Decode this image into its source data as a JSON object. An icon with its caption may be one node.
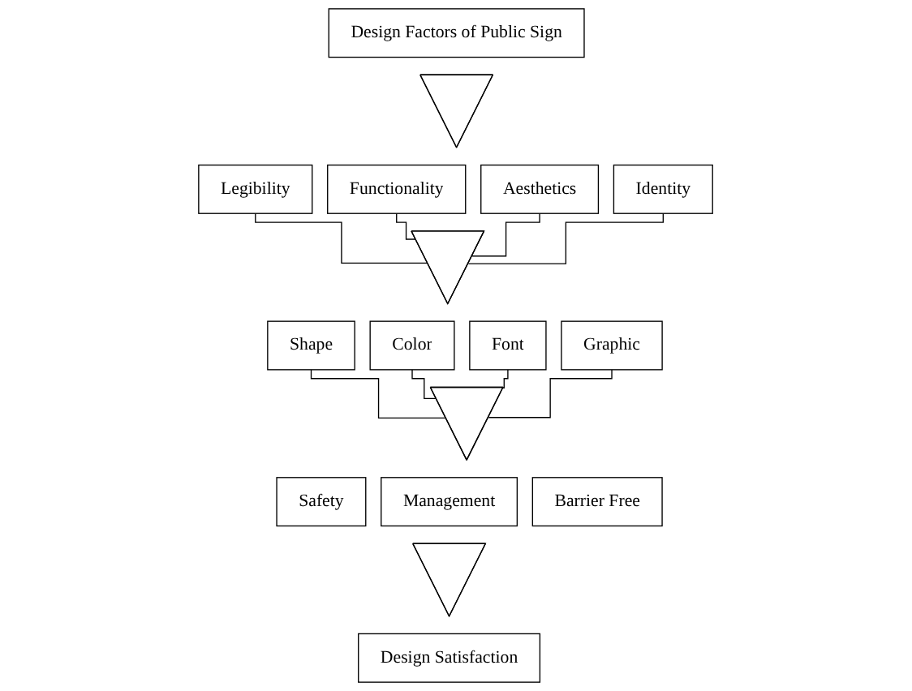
{
  "diagram": {
    "nodes": [
      {
        "text": [
          "Design Factors of Public Sign"
        ]
      },
      {
        "text": [],
        "shape": "triangle"
      },
      {
        "text": [
          "Legibility"
        ]
      },
      {
        "text": [
          "Functionality"
        ]
      },
      {
        "text": [
          "Aesthetics"
        ]
      },
      {
        "text": [
          "Identity"
        ]
      },
      {
        "text": [],
        "shape": "triangle"
      },
      {
        "text": [
          "Shape"
        ]
      },
      {
        "text": [
          "Color"
        ]
      },
      {
        "text": [
          "Font"
        ]
      },
      {
        "text": [
          "Graphic"
        ]
      },
      {
        "text": [],
        "shape": "triangle"
      },
      {
        "text": [
          "Safety"
        ]
      },
      {
        "text": [
          "Management"
        ]
      },
      {
        "text": [
          "Barrier Free"
        ]
      },
      {
        "text": [],
        "shape": "triangle"
      },
      {
        "text": [
          "Design Satisfaction"
        ]
      }
    ],
    "edges": [
      {
        "from": 2,
        "to": 6,
        "arrow": "none"
      },
      {
        "from": 3,
        "to": 6,
        "arrow": "none"
      },
      {
        "from": 4,
        "to": 6,
        "arrow": "none"
      },
      {
        "from": 5,
        "to": 6,
        "arrow": "none"
      },
      {
        "from": 7,
        "to": 11,
        "arrow": "none"
      },
      {
        "from": 8,
        "to": 11,
        "arrow": "none"
      },
      {
        "from": 9,
        "to": 11,
        "arrow": "none"
      },
      {
        "from": 10,
        "to": 11,
        "arrow": "none"
      }
    ]
  }
}
